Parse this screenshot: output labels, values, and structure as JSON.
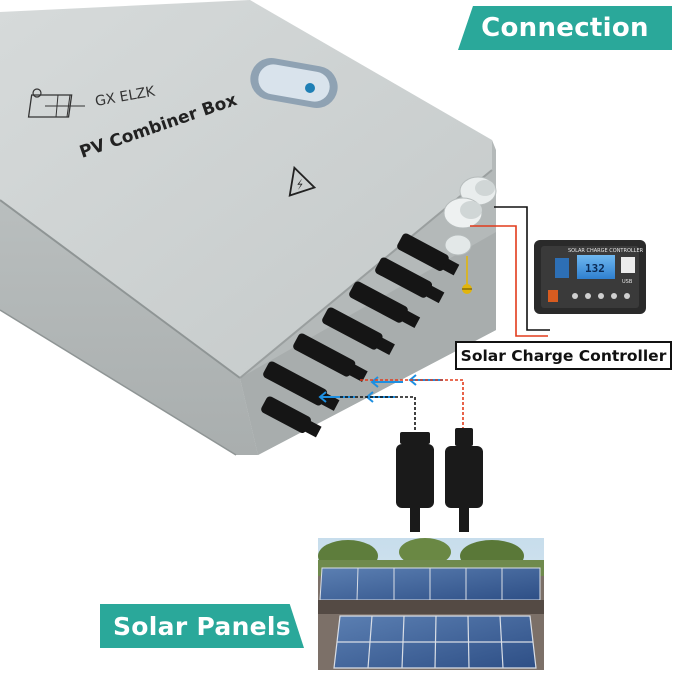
{
  "header_badge": {
    "label": "Connection",
    "color": "#2aa89a"
  },
  "combiner_box": {
    "brand": "GX ELZK",
    "title": "PV Combiner Box",
    "warning_symbol": "⚡"
  },
  "charge_controller": {
    "label": "Solar Charge Controller",
    "screen_text": "132",
    "screen_caption": "SOLAR CHARGE CONTROLLER",
    "usb_label": "USB"
  },
  "solar_panels_badge": {
    "label": "Solar Panels",
    "color": "#2aa89a"
  },
  "wires": {
    "positive_color": "#e23b1c",
    "negative_color": "#111111",
    "flow_arrow_color": "#1f8fe0"
  },
  "ground_symbol": "⏚"
}
